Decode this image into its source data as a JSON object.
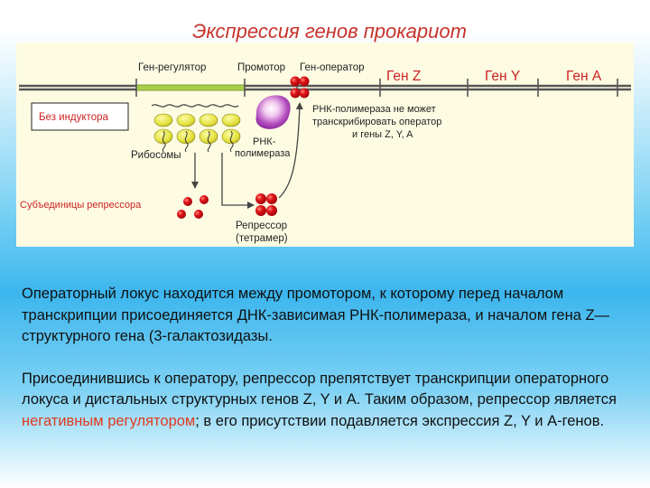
{
  "title": "Экспрессия генов прокариот",
  "diagram": {
    "label_regulator": "Ген-регулятор",
    "label_promoter": "Промотор",
    "label_operator": "Ген-оператор",
    "gene_z": "Ген Z",
    "gene_y": "Ген Y",
    "gene_a": "Ген A",
    "no_inducer": "Без индуктора",
    "rnap_blocked_1": "РНК-полимераза не может",
    "rnap_blocked_2": "транскрибировать оператор",
    "rnap_blocked_3": "и гены Z, Y, A",
    "rna_pol_1": "РНК-",
    "rna_pol_2": "полимераза",
    "ribosomes": "Рибосомы",
    "subunits": "Субъединицы репрессора",
    "repressor_1": "Репрессор",
    "repressor_2": "(тетрамер)"
  },
  "text": {
    "p1": "Операторный локус находится между промотором, к которому перед началом транскрипции присоединяется ДНК-зависимая РНК-полимераза, и началом гена Z— структурного гена (3-галактозидазы.",
    "p2_a": "Присоединившись к оператору, репрессор препятствует транскрипции операторного локуса и дистальных структурных генов Z, Y и A. Таким образом, репрессор является ",
    "p2_hl": "негативным регулятором",
    "p2_b": "; в его присутствии подавляется экспрессия Z, Y и A-генов."
  },
  "colors": {
    "title": "#c8332b",
    "highlight": "#e03a1e",
    "gene_label": "#cc2222",
    "repressor": "#d8141a",
    "ribosome": "#e6e43a",
    "regulator_segment": "#a8cf4a",
    "diagram_bg": "#fdfce3"
  }
}
